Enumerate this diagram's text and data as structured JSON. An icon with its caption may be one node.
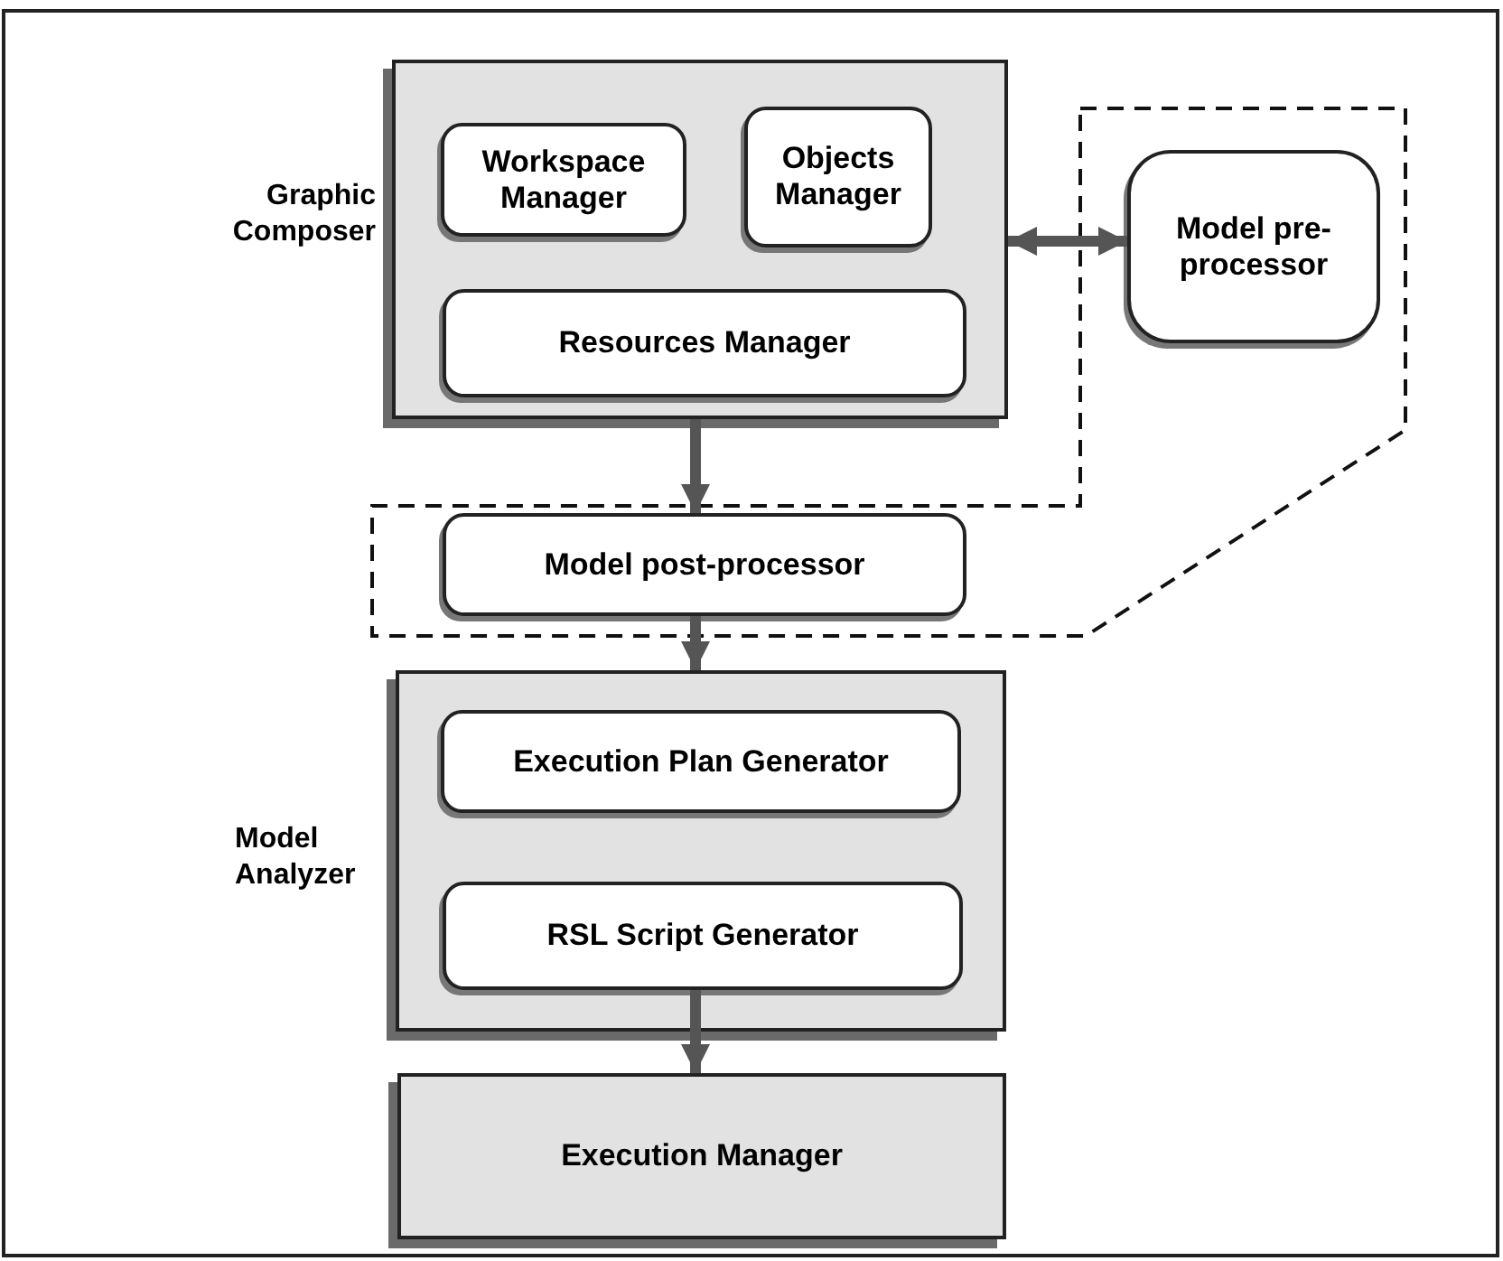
{
  "diagram": {
    "nodes": [
      {
        "text": [
          "Graphic Composer"
        ]
      },
      {
        "text": [
          "Workspace Manager"
        ],
        "in": 0
      },
      {
        "text": [
          "Objects Manager"
        ],
        "in": 0
      },
      {
        "text": [
          "Resources Manager"
        ],
        "in": 0
      },
      {
        "text": [
          "Model pre-processor"
        ]
      },
      {
        "text": [
          "Model post-processor"
        ]
      },
      {
        "text": [
          "Model Analyzer"
        ]
      },
      {
        "text": [
          "Execution Plan Generator"
        ],
        "in": 6
      },
      {
        "text": [
          "RSL Script Generator"
        ],
        "in": 6
      },
      {
        "text": [
          "Execution Manager"
        ]
      }
    ],
    "edges": [
      {
        "from": 0,
        "to": 4,
        "arrow": "both"
      },
      {
        "from": 0,
        "to": 5,
        "arrow": "to"
      },
      {
        "from": 5,
        "to": 6,
        "arrow": "to"
      },
      {
        "from": 8,
        "to": 9,
        "arrow": "to"
      }
    ]
  }
}
